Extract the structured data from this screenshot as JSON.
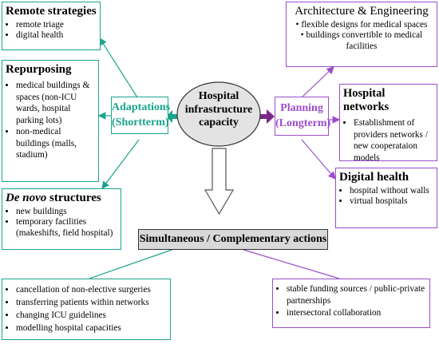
{
  "center": {
    "lines": [
      "Hospital",
      "infrastructure",
      "capacity"
    ]
  },
  "adaptations": {
    "lines": [
      "Adaptations",
      "(Shortterm)"
    ]
  },
  "planning": {
    "lines": [
      "Planning",
      "(Longterm)"
    ]
  },
  "remote": {
    "title": "Remote strategies",
    "items": [
      "remote triage",
      "digital health"
    ]
  },
  "repurposing": {
    "title": "Repurposing",
    "items": [
      "medical buildings & spaces (non-ICU wards, hospital parking lots)",
      "non-medical buildings (malls, stadium)"
    ]
  },
  "denovo": {
    "title_italic": "De novo",
    "title_rest": " structures",
    "items": [
      "new buildings",
      "temporary facilities (makeshifts, field hospital)"
    ]
  },
  "arch": {
    "title": "Architecture & Engineering",
    "items": [
      "flexible designs for medical spaces",
      "buildings convertible to medical facilities"
    ]
  },
  "networks": {
    "title": "Hospital networks",
    "items": [
      "Establishment of providers networks / new cooperataion models"
    ]
  },
  "digital": {
    "title": "Digital health",
    "items": [
      "hospital without walls",
      "virtual hospitals"
    ]
  },
  "simultaneous": {
    "label": "Simultaneous / Complementary actions"
  },
  "left_actions": {
    "items": [
      "cancellation of non-elective surgeries",
      "transferring patients within networks",
      "changing ICU guidelines",
      "modelling hospital capacities"
    ]
  },
  "right_actions": {
    "items": [
      "stable funding sources / public-private partnerships",
      "intersectoral collaboration"
    ]
  },
  "colors": {
    "teal": "#1aa58c",
    "purple": "#9b4dca",
    "gray": "#d9d9d9"
  }
}
